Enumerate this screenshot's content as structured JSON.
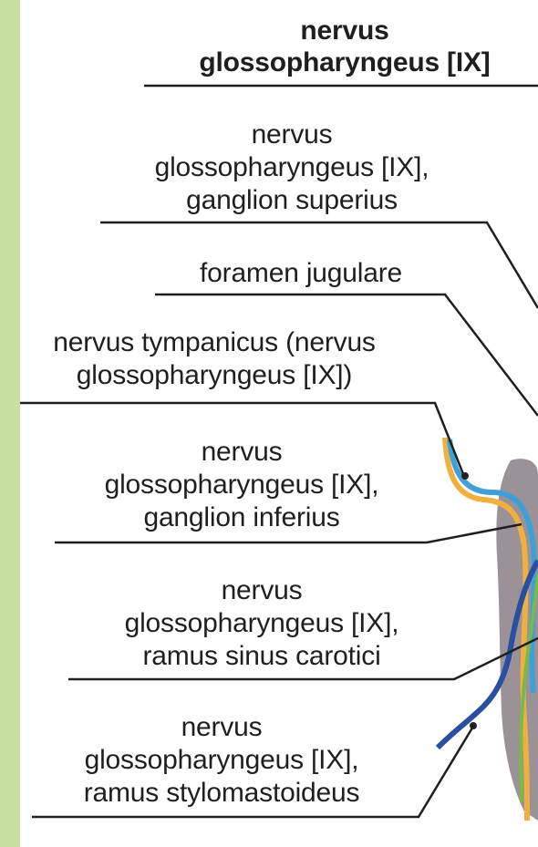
{
  "labels": {
    "l1": [
      "nervus",
      "glossopharyngeus [IX]"
    ],
    "l2": [
      "nervus",
      "glossopharyngeus [IX],",
      "ganglion superius"
    ],
    "l3": [
      "foramen jugulare"
    ],
    "l4": [
      "nervus tympanicus (nervus",
      "glossopharyngeus [IX])"
    ],
    "l5": [
      "nervus",
      "glossopharyngeus [IX],",
      "ganglion inferius"
    ],
    "l6": [
      "nervus",
      "glossopharyngeus [IX],",
      "ramus sinus carotici"
    ],
    "l7": [
      "nervus",
      "glossopharyngeus [IX],",
      "ramus stylomastoideus"
    ]
  },
  "colors": {
    "side_bar": "#c6e0a2",
    "nerve_orange": "#f0b040",
    "nerve_blue": "#3fa0d8",
    "nerve_dark_blue": "#2a4fa0",
    "nerve_green": "#7ab84a",
    "tissue": "#8a7f86"
  }
}
